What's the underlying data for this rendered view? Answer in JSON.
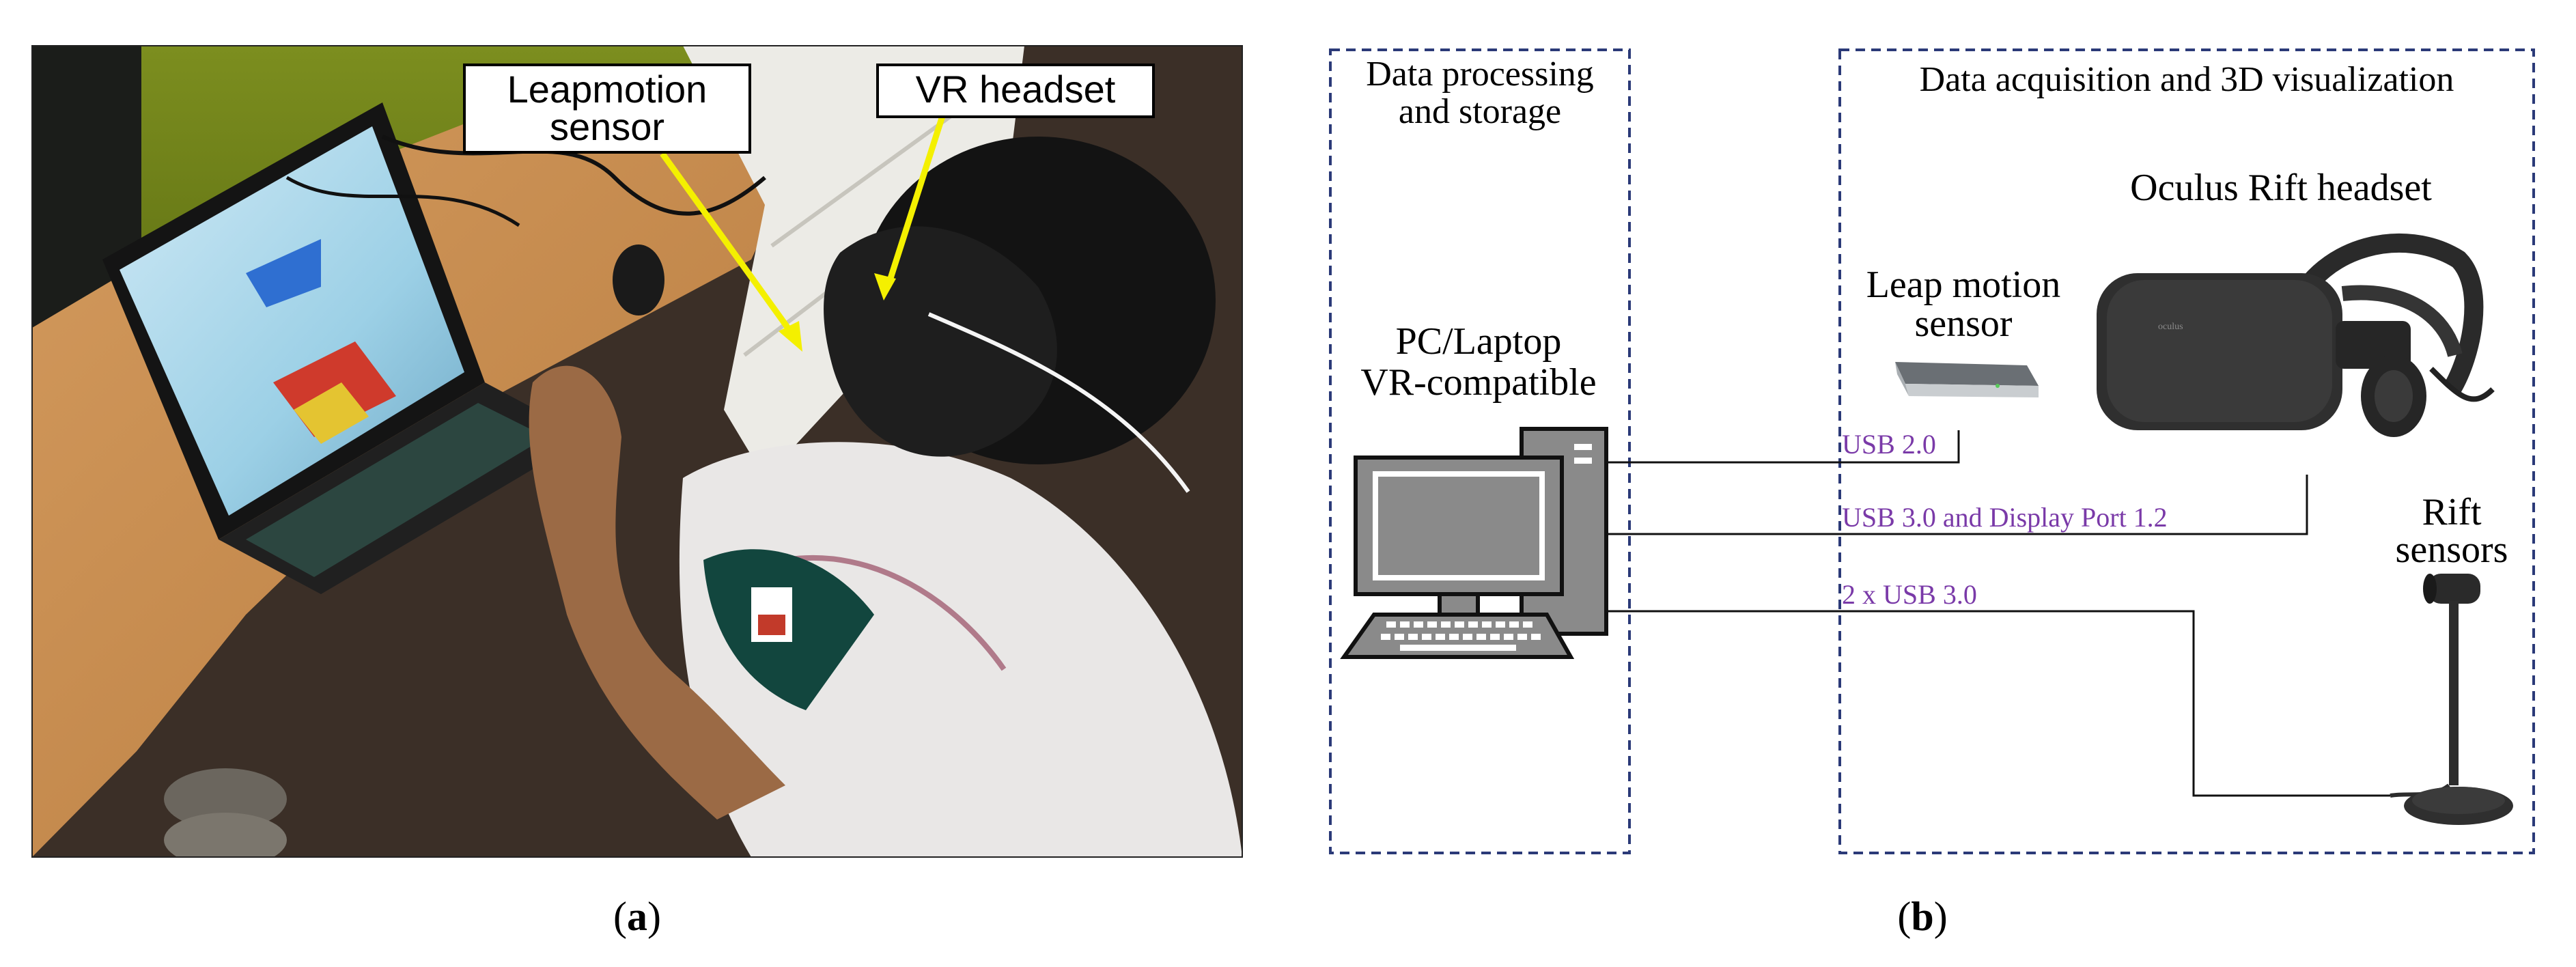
{
  "photo": {
    "callouts": [
      {
        "lines": [
          "Leapmotion",
          "sensor"
        ]
      },
      {
        "lines": [
          "VR headset"
        ]
      }
    ]
  },
  "panel_labels": {
    "a": {
      "open": "(",
      "letter": "a",
      "close": ")"
    },
    "b": {
      "open": "(",
      "letter": "b",
      "close": ")"
    }
  },
  "diagram": {
    "box_processing": {
      "title_lines": [
        "Data processing",
        "and storage"
      ]
    },
    "box_acquisition": {
      "title": "Data acquisition and 3D visualization"
    },
    "pc": {
      "label_lines": [
        "PC/Laptop",
        "VR-compatible"
      ]
    },
    "leap": {
      "label_lines": [
        "Leap motion",
        "sensor"
      ]
    },
    "headset": {
      "label": "Oculus Rift headset",
      "brand": "oculus"
    },
    "rift_sensors": {
      "label_lines": [
        "Rift",
        "sensors"
      ]
    },
    "connections": [
      {
        "label": "USB 2.0"
      },
      {
        "label": "USB 3.0 and Display Port 1.2"
      },
      {
        "label": "2 x USB 3.0"
      }
    ],
    "colors": {
      "box_border": "#2b3a78",
      "connection_label": "#7a3aa8",
      "line": "#111111",
      "callout_arrow": "#f4f000"
    }
  }
}
